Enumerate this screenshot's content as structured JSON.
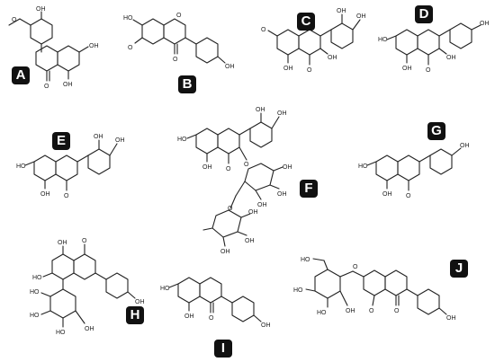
{
  "labels": {
    "A": "A",
    "B": "B",
    "C": "C",
    "D": "D",
    "E": "E",
    "F": "F",
    "G": "G",
    "H": "H",
    "I": "I",
    "J": "J"
  },
  "atoms": {
    "oh": "OH",
    "ho": "HO",
    "o": "O",
    "o_methyl": "O"
  },
  "colors": {
    "badge_bg": "#111111",
    "badge_text": "#ffffff",
    "bond": "#222222"
  }
}
